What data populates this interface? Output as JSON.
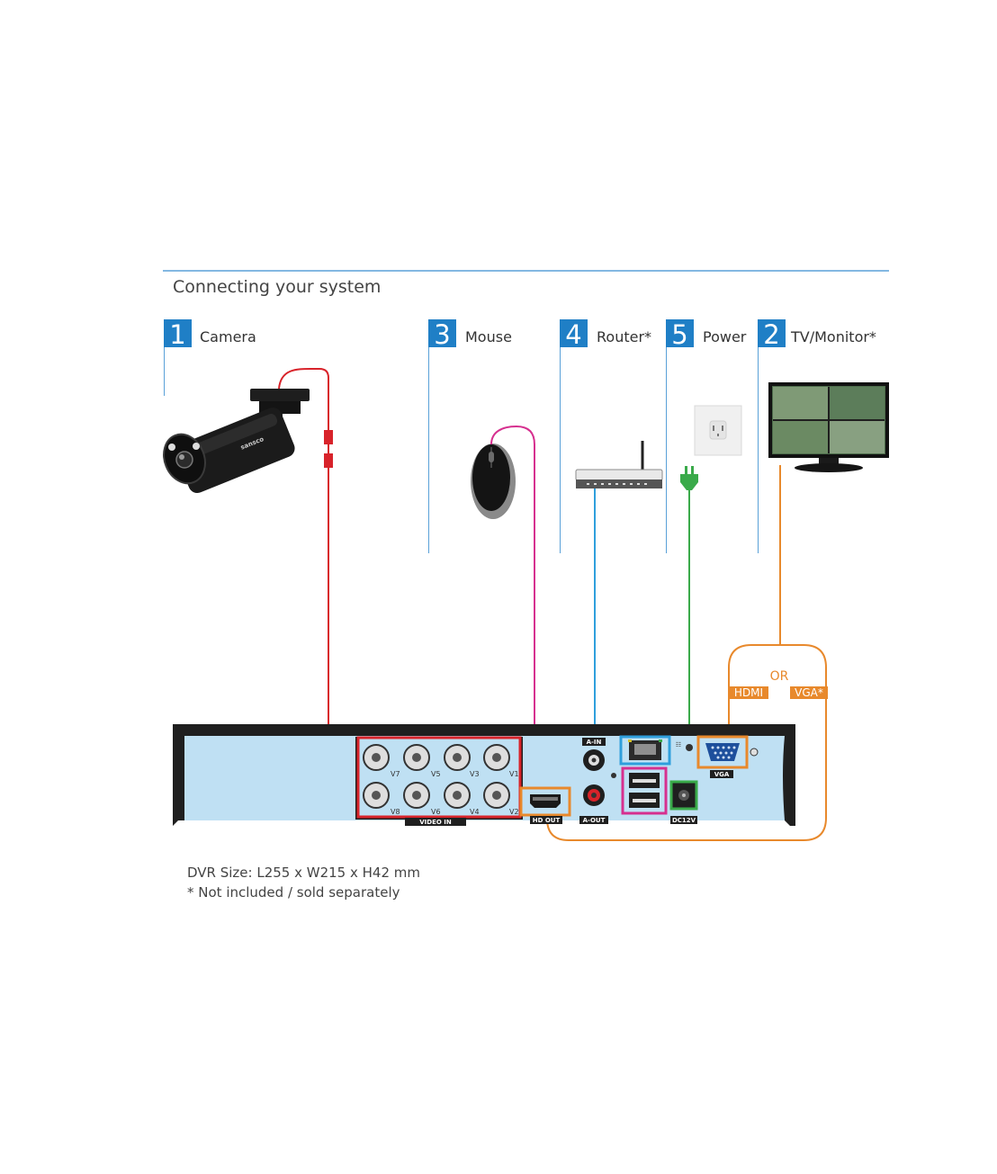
{
  "title": "Connecting your system",
  "colors": {
    "step_blue": "#1f7fc6",
    "divider_blue": "#5aa1d8",
    "camera_red": "#d8232a",
    "mouse_magenta": "#d6308f",
    "router_blue": "#2f9fdc",
    "power_green": "#3aaa4a",
    "display_orange": "#e8892c",
    "dvr_panel": "#bfe0f3",
    "dvr_body": "#1f1f1f"
  },
  "steps": [
    {
      "number": "1",
      "label": "Camera",
      "icon": "camera-icon"
    },
    {
      "number": "3",
      "label": "Mouse",
      "icon": "mouse-icon"
    },
    {
      "number": "4",
      "label": "Router*",
      "icon": "router-icon"
    },
    {
      "number": "5",
      "label": "Power",
      "icon": "power-plug-icon"
    },
    {
      "number": "2",
      "label": "TV/Monitor*",
      "icon": "monitor-icon"
    }
  ],
  "camera_brand": "sansco",
  "dvr": {
    "channels_top": [
      "V7",
      "V5",
      "V3",
      "V1"
    ],
    "channels_bottom": [
      "V8",
      "V6",
      "V4",
      "V2"
    ],
    "video_in": "VIDEO IN",
    "a_in": "A-IN",
    "a_out": "A-OUT",
    "hd_out": "HD OUT",
    "vga": "VGA",
    "dc12v": "DC12V"
  },
  "display_options": {
    "or": "OR",
    "hdmi": "HDMI",
    "vga": "VGA*"
  },
  "notes": {
    "size": "DVR Size: L255 x W215 x H42 mm",
    "footnote": "* Not included / sold separately"
  }
}
